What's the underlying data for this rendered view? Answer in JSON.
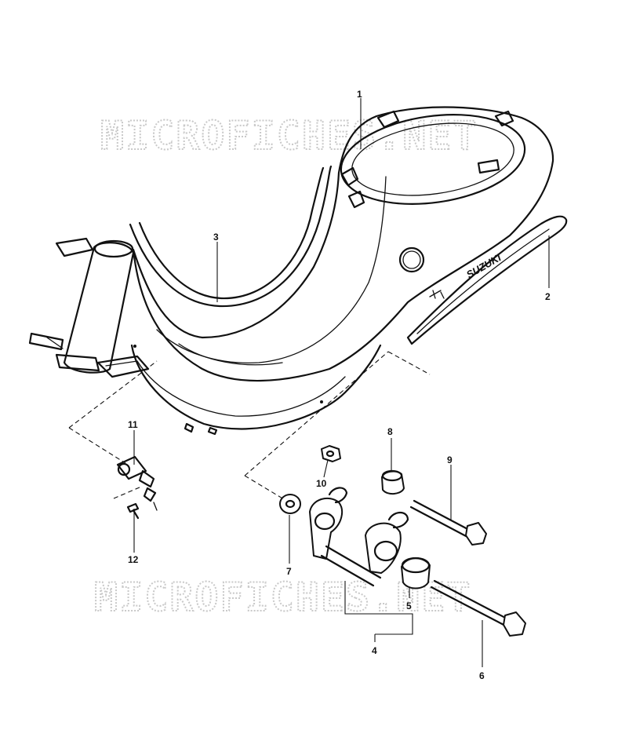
{
  "watermark": {
    "text_top": "MICROFICHES.NET",
    "text_bottom": "MICROFICHES.NET",
    "color": "#c9c9c9"
  },
  "emblem_text": "SUZUKI",
  "callouts": {
    "p1": "1",
    "p2": "2",
    "p3": "3",
    "p4": "4",
    "p5": "5",
    "p6": "6",
    "p7": "7",
    "p8": "8",
    "p9": "9",
    "p10": "10",
    "p11": "11",
    "p12": "12"
  },
  "colors": {
    "ink": "#111111",
    "paper": "#ffffff"
  }
}
